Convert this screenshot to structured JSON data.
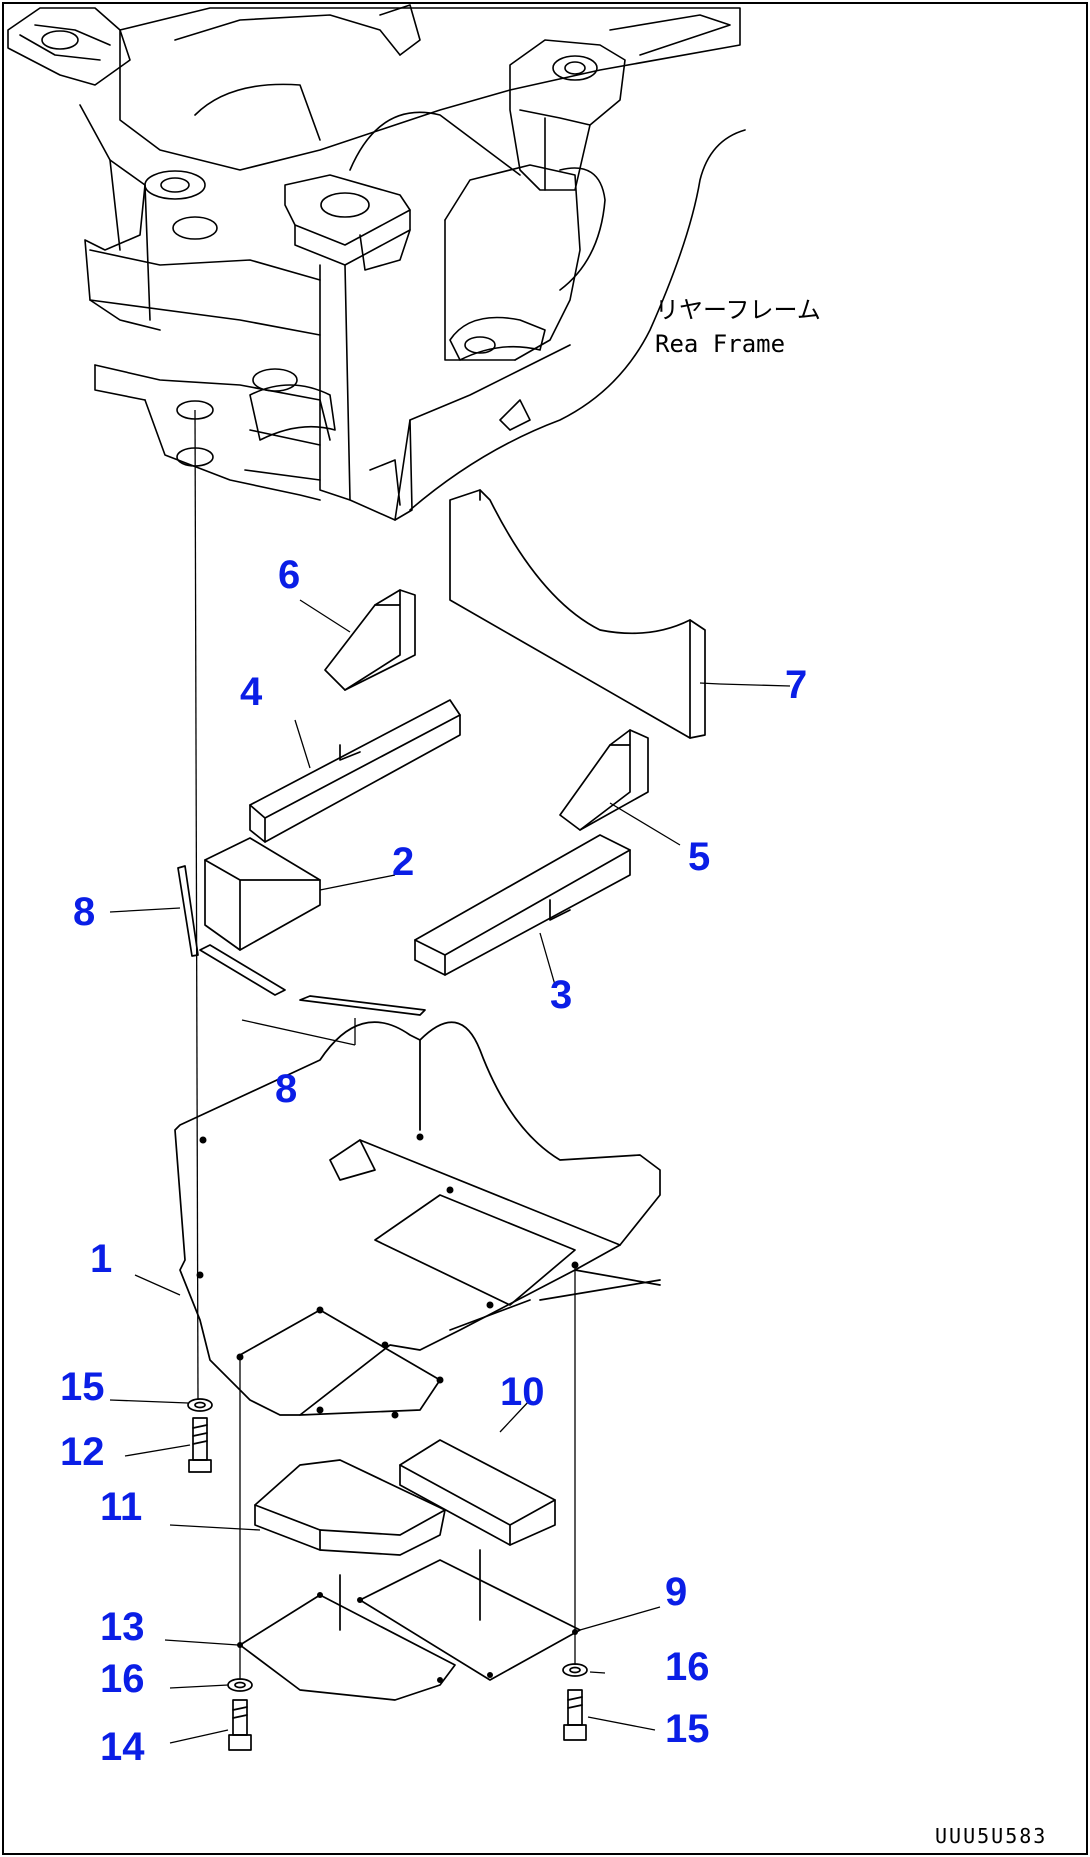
{
  "frame_label": {
    "jp": "リヤーフレーム",
    "en": "Rea  Frame"
  },
  "callouts": [
    {
      "id": "c1",
      "text": "1"
    },
    {
      "id": "c2",
      "text": "2"
    },
    {
      "id": "c3",
      "text": "3"
    },
    {
      "id": "c4",
      "text": "4"
    },
    {
      "id": "c5",
      "text": "5"
    },
    {
      "id": "c6",
      "text": "6"
    },
    {
      "id": "c7",
      "text": "7"
    },
    {
      "id": "c8a",
      "text": "8"
    },
    {
      "id": "c8b",
      "text": "8"
    },
    {
      "id": "c9",
      "text": "9"
    },
    {
      "id": "c10",
      "text": "10"
    },
    {
      "id": "c11",
      "text": "11"
    },
    {
      "id": "c12",
      "text": "12"
    },
    {
      "id": "c13",
      "text": "13"
    },
    {
      "id": "c14",
      "text": "14"
    },
    {
      "id": "c15a",
      "text": "15"
    },
    {
      "id": "c15b",
      "text": "15"
    },
    {
      "id": "c16a",
      "text": "16"
    },
    {
      "id": "c16b",
      "text": "16"
    }
  ],
  "drawing_id": "UUU5U583",
  "colors": {
    "callout": "#0a1ee6",
    "line": "#000000",
    "background": "#ffffff"
  }
}
